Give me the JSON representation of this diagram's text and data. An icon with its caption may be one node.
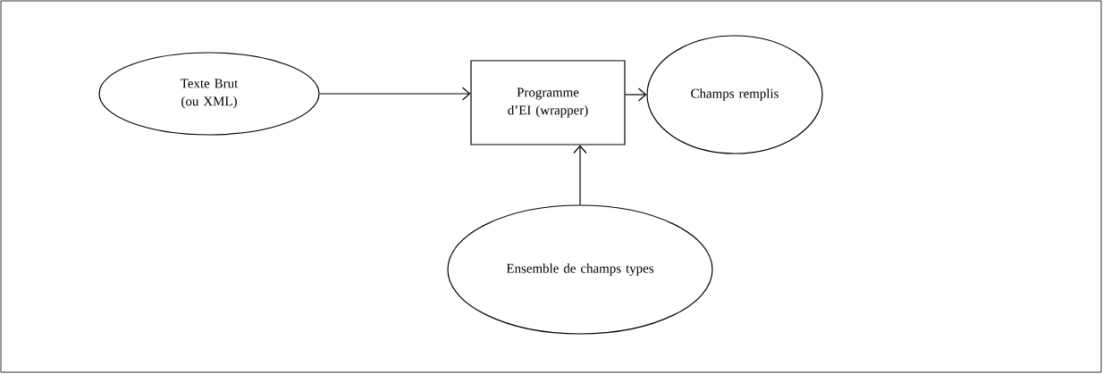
{
  "diagram": {
    "nodes": [
      {
        "text": [
          "Texte Brut (ou XML)"
        ]
      },
      {
        "text": [
          "Programme d’EI (wrapper)"
        ]
      },
      {
        "text": [
          "Champs remplis"
        ]
      },
      {
        "text": [
          "Ensemble de champs types"
        ]
      }
    ],
    "edges": [
      {
        "from": 0,
        "to": 1,
        "arrow": "to"
      },
      {
        "from": 1,
        "to": 2,
        "arrow": "to"
      },
      {
        "from": 3,
        "to": 1,
        "arrow": "to"
      }
    ]
  }
}
